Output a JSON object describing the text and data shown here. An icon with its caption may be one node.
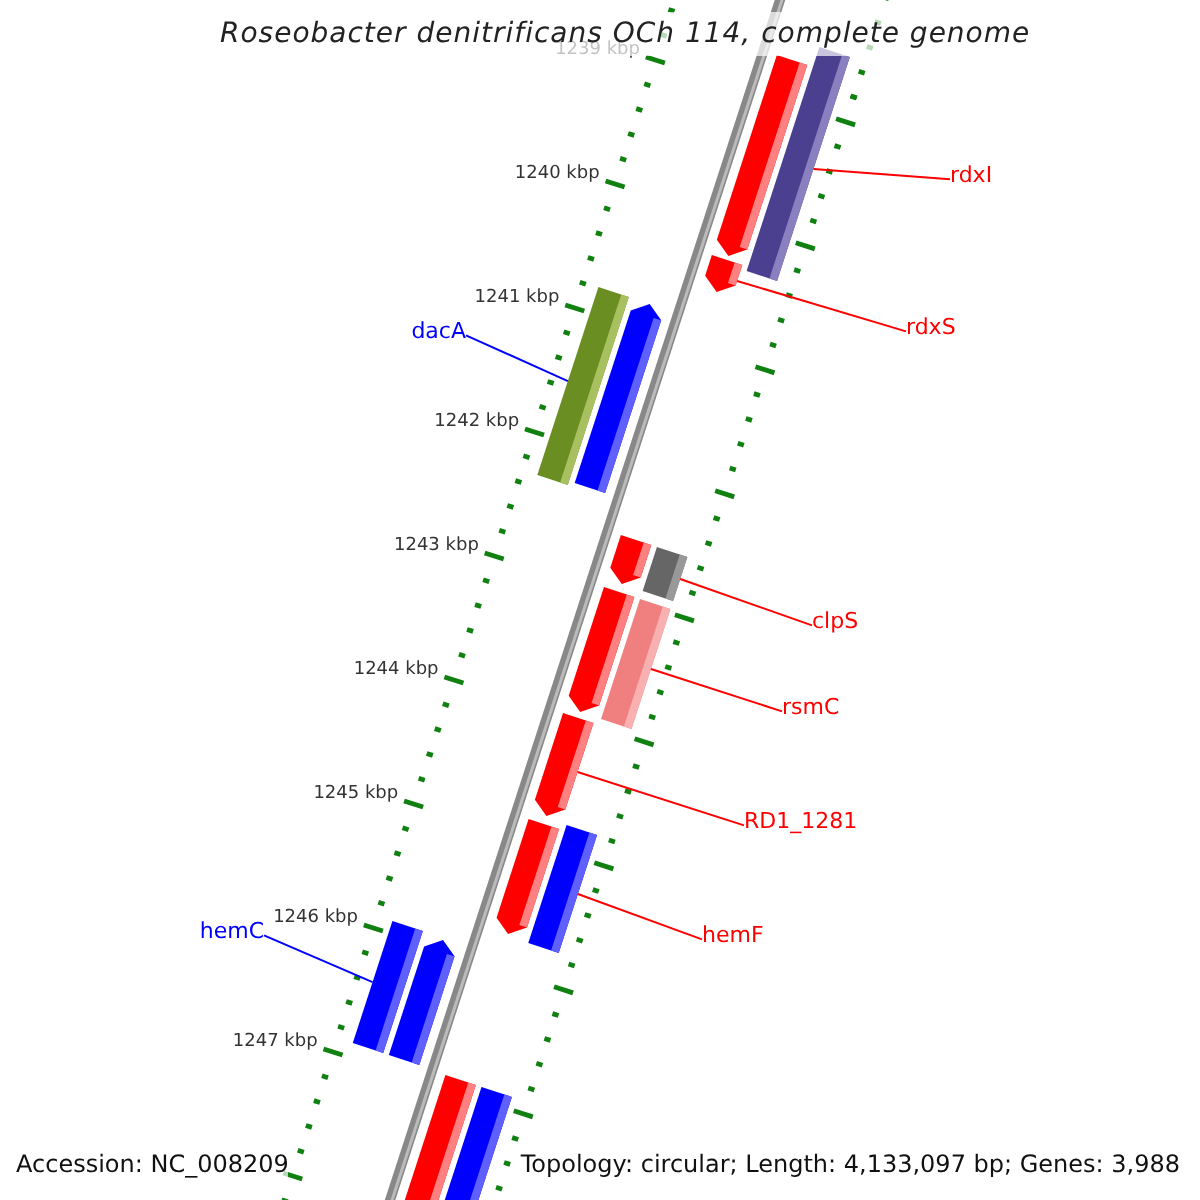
{
  "diagram": {
    "title": "Roseobacter denitrificans OCh 114, complete genome",
    "nodes": [
      {
        "text": [
          "rdxI"
        ]
      },
      {
        "text": [
          "rdxS"
        ]
      },
      {
        "text": [
          "dacA"
        ]
      },
      {
        "text": [
          "clpS"
        ]
      },
      {
        "text": [
          "rsmC"
        ]
      },
      {
        "text": [
          "RD1_1281"
        ]
      },
      {
        "text": [
          "hemF"
        ]
      },
      {
        "text": [
          "hemC"
        ]
      },
      {
        "text": [],
        "shape": "bar"
      },
      {
        "text": [],
        "shape": "bar"
      },
      {
        "text": [],
        "shape": "bar"
      },
      {
        "text": [],
        "shape": "bar"
      },
      {
        "text": [],
        "shape": "bar"
      },
      {
        "text": [],
        "shape": "bar"
      },
      {
        "text": [],
        "shape": "bar"
      },
      {
        "text": [],
        "shape": "bar"
      },
      {
        "text": [],
        "shape": "bar"
      },
      {
        "text": [],
        "shape": "bar"
      },
      {
        "text": [],
        "shape": "bar"
      },
      {
        "text": [],
        "shape": "bar"
      },
      {
        "text": [],
        "shape": "bar"
      },
      {
        "text": [],
        "shape": "bar"
      },
      {
        "text": [],
        "shape": "bar"
      },
      {
        "text": [],
        "shape": "bar"
      }
    ],
    "edges": [
      {
        "from": 0,
        "to": 9,
        "arrow": "none"
      },
      {
        "from": 1,
        "to": 10,
        "arrow": "none"
      },
      {
        "from": 2,
        "to": 11,
        "arrow": "none",
        "color": "#0000ff"
      },
      {
        "from": 3,
        "to": 14,
        "arrow": "none"
      },
      {
        "from": 4,
        "to": 16,
        "arrow": "none"
      },
      {
        "from": 5,
        "to": 17,
        "arrow": "none"
      },
      {
        "from": 6,
        "to": 19,
        "arrow": "none"
      },
      {
        "from": 7,
        "to": 20,
        "arrow": "none",
        "color": "#0000ff"
      }
    ],
    "labels": [
      "1239 kbp",
      "1240 kbp",
      "1241 kbp",
      "1242 kbp",
      "1243 kbp",
      "1244 kbp",
      "1245 kbp",
      "1246 kbp",
      "1247 kbp",
      "Accession: NC_008209",
      "Topology: circular; Length: 4,133,097 bp; Genes: 3,988"
    ]
  }
}
